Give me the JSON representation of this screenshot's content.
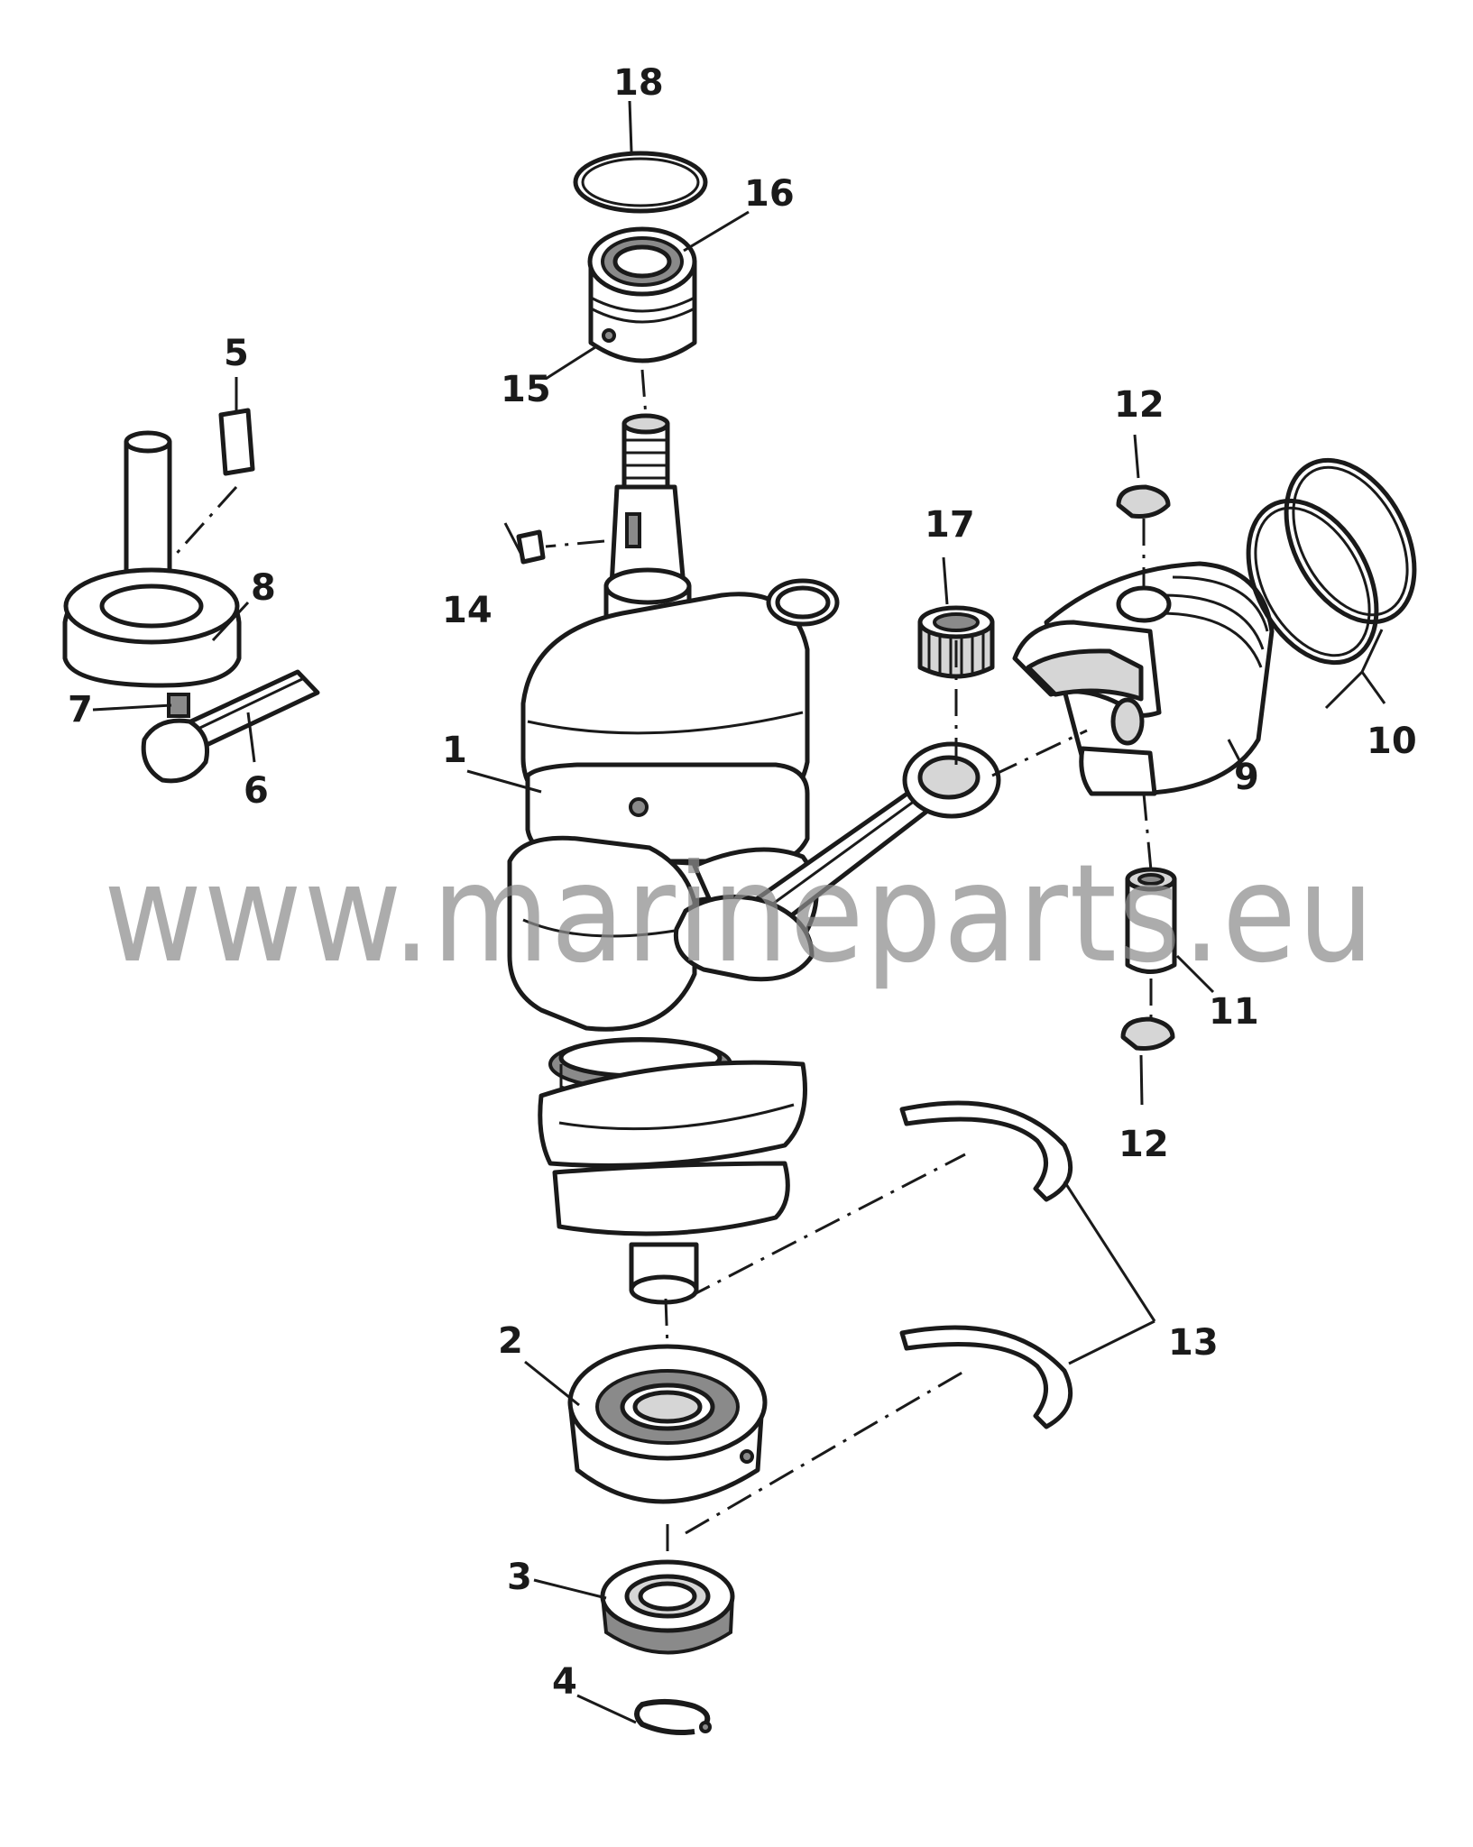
{
  "callouts": [
    {
      "id": "1",
      "text": "1"
    },
    {
      "id": "2",
      "text": "2"
    },
    {
      "id": "3",
      "text": "3"
    },
    {
      "id": "4",
      "text": "4"
    },
    {
      "id": "5",
      "text": "5"
    },
    {
      "id": "6",
      "text": "6"
    },
    {
      "id": "7",
      "text": "7"
    },
    {
      "id": "8",
      "text": "8"
    },
    {
      "id": "9",
      "text": "9"
    },
    {
      "id": "10",
      "text": "10"
    },
    {
      "id": "11",
      "text": "11"
    },
    {
      "id": "12a",
      "text": "12"
    },
    {
      "id": "12b",
      "text": "12"
    },
    {
      "id": "13",
      "text": "13"
    },
    {
      "id": "14",
      "text": "14"
    },
    {
      "id": "15",
      "text": "15"
    },
    {
      "id": "16",
      "text": "16"
    },
    {
      "id": "17",
      "text": "17"
    },
    {
      "id": "18",
      "text": "18"
    }
  ],
  "watermark": "www.marineparts.eu"
}
